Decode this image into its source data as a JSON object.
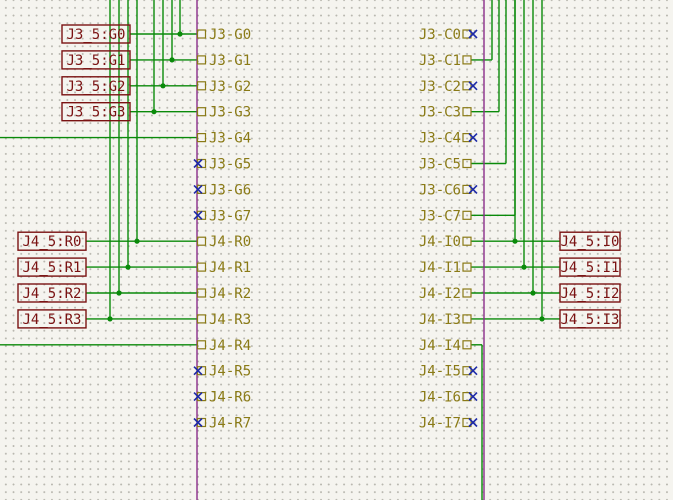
{
  "theme": {
    "wire": "#0a8a0a",
    "body_line": "#8b2d8b",
    "pin": "#8a7a16",
    "label_border": "#7a1212",
    "nc_mark": "#1d2aa8"
  },
  "left_part": {
    "pins": [
      {
        "name": "J3-G0",
        "nc": false
      },
      {
        "name": "J3-G1",
        "nc": false
      },
      {
        "name": "J3-G2",
        "nc": false
      },
      {
        "name": "J3-G3",
        "nc": false
      },
      {
        "name": "J3-G4",
        "nc": false
      },
      {
        "name": "J3-G5",
        "nc": true
      },
      {
        "name": "J3-G6",
        "nc": true
      },
      {
        "name": "J3-G7",
        "nc": true
      },
      {
        "name": "J4-R0",
        "nc": false
      },
      {
        "name": "J4-R1",
        "nc": false
      },
      {
        "name": "J4-R2",
        "nc": false
      },
      {
        "name": "J4-R3",
        "nc": false
      },
      {
        "name": "J4-R4",
        "nc": false
      },
      {
        "name": "J4-R5",
        "nc": true
      },
      {
        "name": "J4-R6",
        "nc": true
      },
      {
        "name": "J4-R7",
        "nc": true
      }
    ],
    "labels": [
      "J3_5:G0",
      "J3_5:G1",
      "J3_5:G2",
      "J3_5:G3",
      "J4_5:R0",
      "J4_5:R1",
      "J4_5:R2",
      "J4_5:R3"
    ]
  },
  "right_part": {
    "pins": [
      {
        "name": "J3-C0",
        "nc": true
      },
      {
        "name": "J3-C1",
        "nc": false
      },
      {
        "name": "J3-C2",
        "nc": true
      },
      {
        "name": "J3-C3",
        "nc": false
      },
      {
        "name": "J3-C4",
        "nc": true
      },
      {
        "name": "J3-C5",
        "nc": false
      },
      {
        "name": "J3-C6",
        "nc": true
      },
      {
        "name": "J3-C7",
        "nc": false
      },
      {
        "name": "J4-I0",
        "nc": false
      },
      {
        "name": "J4-I1",
        "nc": false
      },
      {
        "name": "J4-I2",
        "nc": false
      },
      {
        "name": "J4-I3",
        "nc": false
      },
      {
        "name": "J4-I4",
        "nc": false
      },
      {
        "name": "J4-I5",
        "nc": true
      },
      {
        "name": "J4-I6",
        "nc": true
      },
      {
        "name": "J4-I7",
        "nc": true
      }
    ],
    "labels": [
      "J4_5:I0",
      "J4_5:I1",
      "J4_5:I2",
      "J4_5:I3"
    ]
  }
}
